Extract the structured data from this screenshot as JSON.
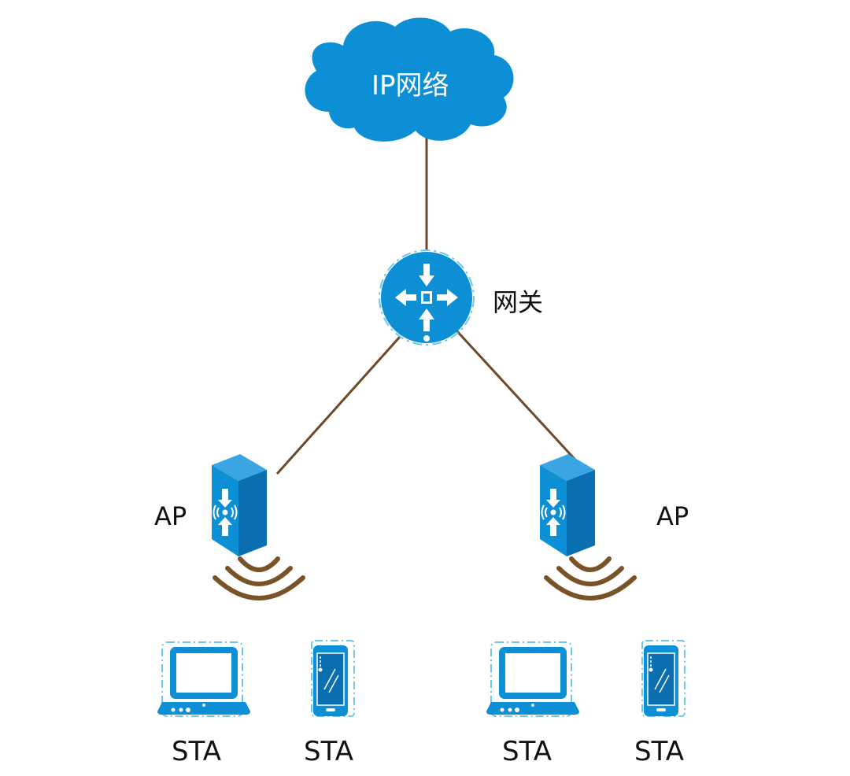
{
  "colors": {
    "device_blue": "#0d8fd6",
    "device_dark": "#0a6fb0",
    "link_brown": "#6b4a2a",
    "wave_brown": "#7a5228",
    "accent_light_blue": "#6cc6ee"
  },
  "network": {
    "label": "IP网络",
    "icon": "cloud-icon"
  },
  "gateway": {
    "label": "网关",
    "icon": "router-icon"
  },
  "aps": [
    {
      "label": "AP",
      "icon": "access-point-icon"
    },
    {
      "label": "AP",
      "icon": "access-point-icon"
    }
  ],
  "stations": [
    {
      "label": "STA",
      "icon": "laptop-icon"
    },
    {
      "label": "STA",
      "icon": "smartphone-icon"
    },
    {
      "label": "STA",
      "icon": "laptop-icon"
    },
    {
      "label": "STA",
      "icon": "smartphone-icon"
    }
  ]
}
